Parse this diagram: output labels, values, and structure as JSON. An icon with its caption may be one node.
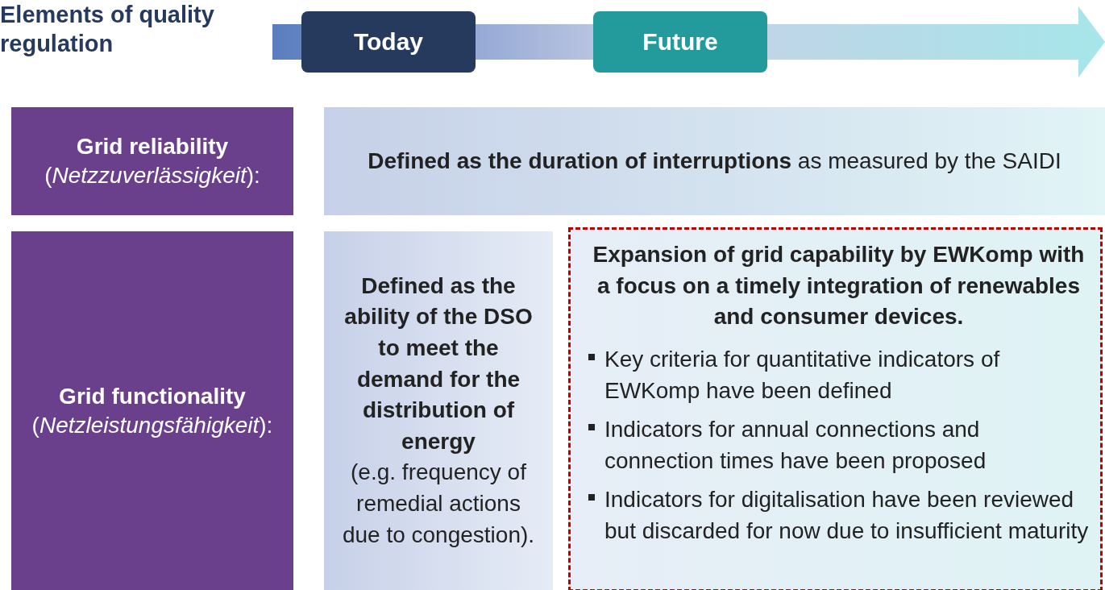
{
  "diagram": {
    "title": "Elements of quality regulation",
    "nodes": [
      {
        "text": [
          "Today"
        ]
      },
      {
        "text": [
          "Future"
        ]
      },
      {
        "text": [
          "Grid reliability",
          "(*Netzzuverlässigkeit*):"
        ]
      },
      {
        "text": [
          "**Defined as the duration of interruptions** as measured by the SAIDI"
        ]
      },
      {
        "text": [
          "Grid functionality",
          "(*Netzleistungsfähigkeit*):"
        ]
      },
      {
        "text": [
          "Defined as the ability of the DSO to meet the demand for the distribution of energy",
          "(e.g. frequency of remedial actions due to congestion)."
        ]
      },
      {
        "text": [
          "Expansion of grid capability by EWKomp with a focus on a timely integration of renewables and consumer devices.",
          "Key criteria for quantitative indicators of EWKomp have been defined",
          "Indicators for annual connections and connection times have been proposed",
          "Indicators for digitalisation have been reviewed but discarded for now due to insufficient maturity"
        ]
      }
    ],
    "edges": []
  }
}
